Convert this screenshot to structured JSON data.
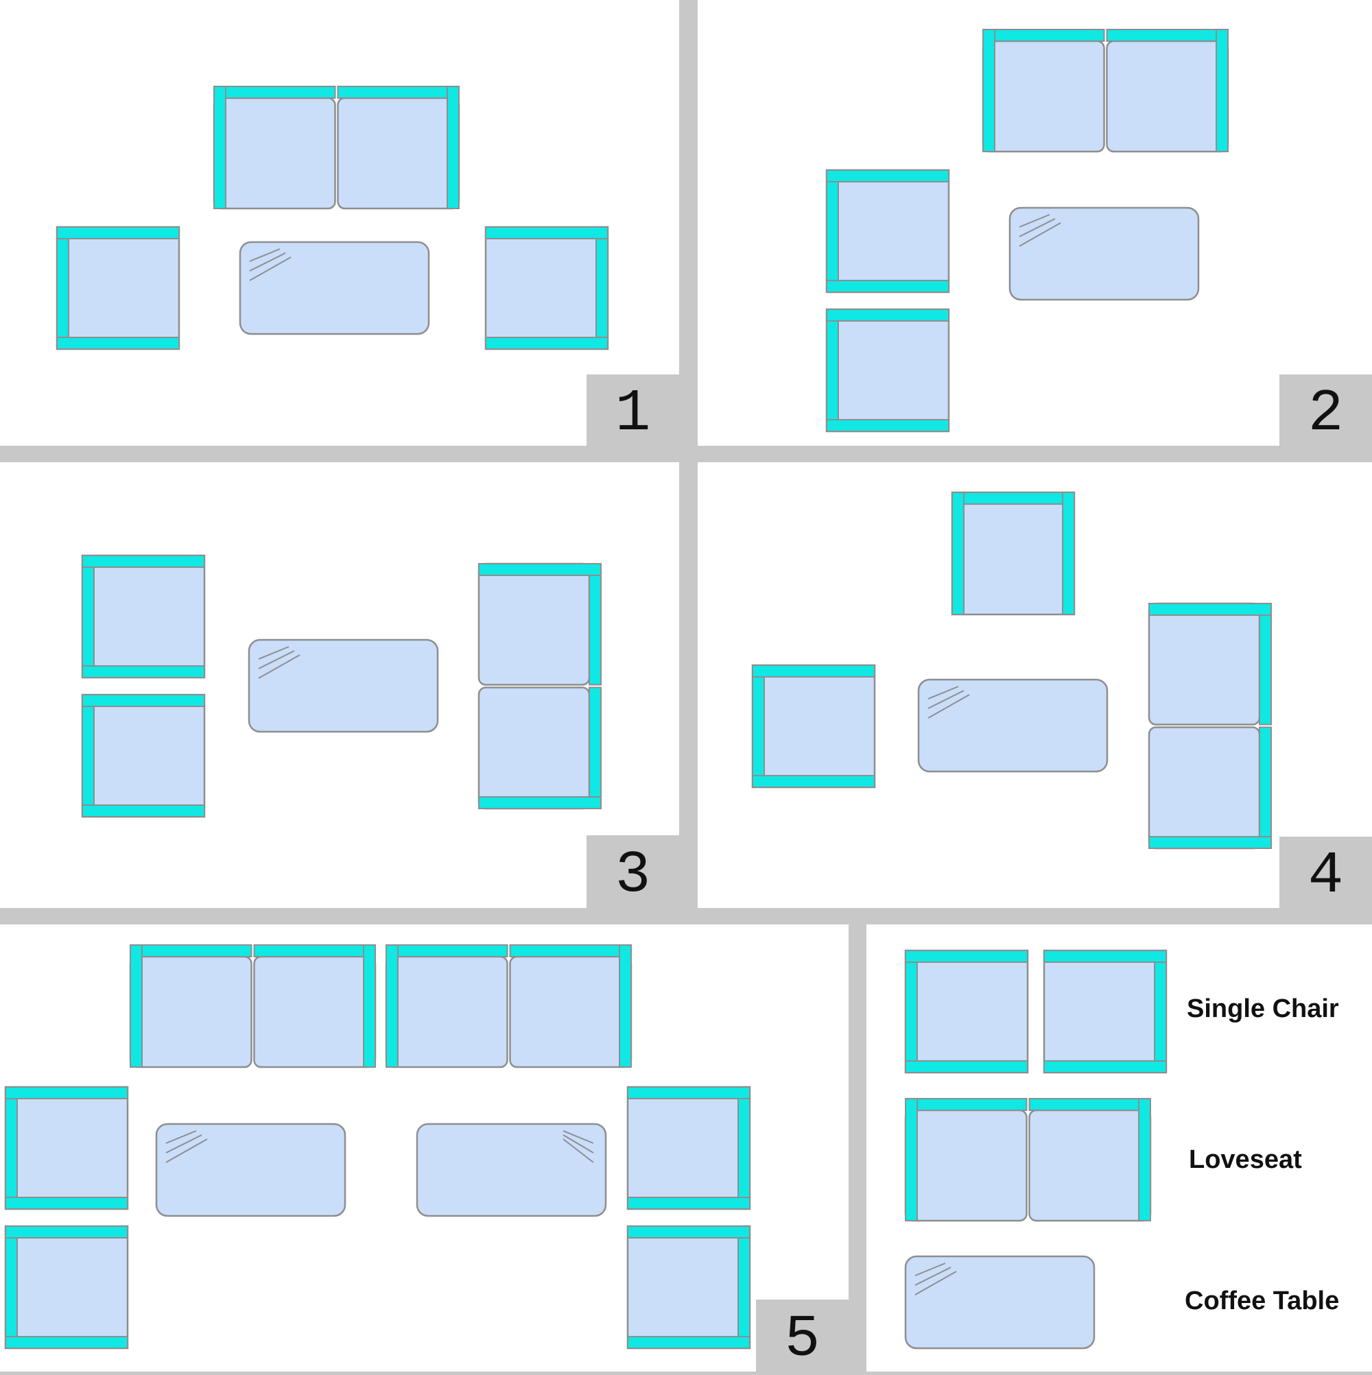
{
  "colors": {
    "background": "#ffffff",
    "gutter": "#c8c8c8",
    "cushion": "#cadefa",
    "arm": "#10e8e4",
    "outline": "#8e8e8e",
    "number_text": "#111111"
  },
  "layouts": [
    {
      "number": "1",
      "pieces": [
        "loveseat",
        "single-chair",
        "single-chair",
        "coffee-table"
      ]
    },
    {
      "number": "2",
      "pieces": [
        "loveseat",
        "single-chair",
        "single-chair",
        "coffee-table"
      ]
    },
    {
      "number": "3",
      "pieces": [
        "single-chair",
        "single-chair",
        "loveseat",
        "coffee-table"
      ]
    },
    {
      "number": "4",
      "pieces": [
        "single-chair",
        "single-chair",
        "loveseat",
        "coffee-table"
      ]
    },
    {
      "number": "5",
      "pieces": [
        "loveseat",
        "loveseat",
        "single-chair",
        "single-chair",
        "single-chair",
        "single-chair",
        "coffee-table",
        "coffee-table"
      ]
    }
  ],
  "legend": {
    "single_chair": "Single Chair",
    "loveseat": "Loveseat",
    "coffee_table": "Coffee Table"
  }
}
